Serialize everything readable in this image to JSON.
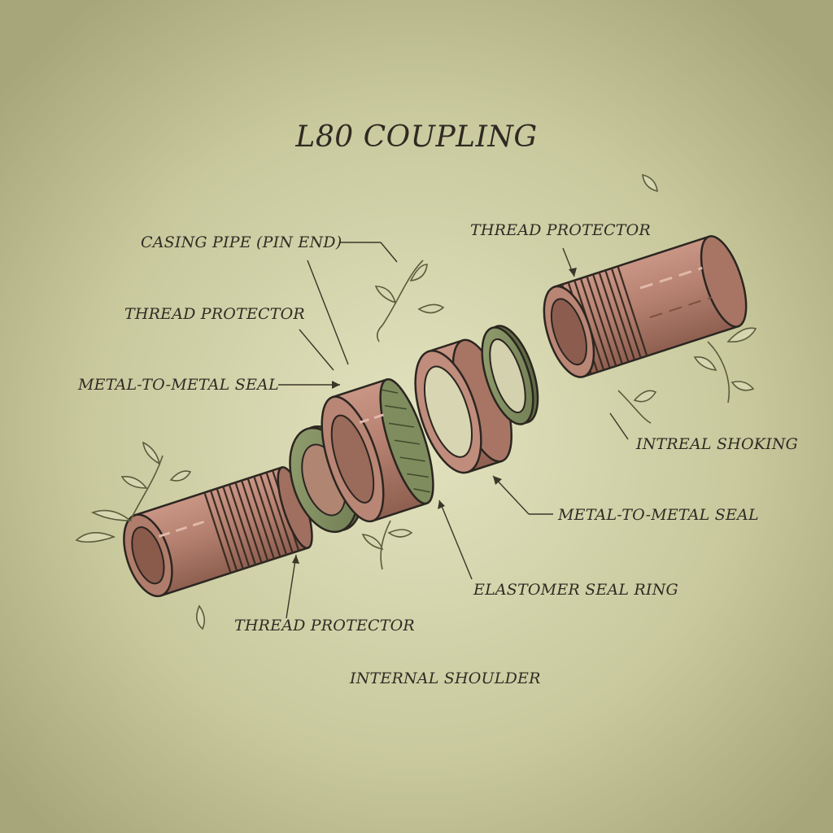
{
  "diagram": {
    "title": "L80 COUPLING",
    "labels": {
      "casing_pipe_pin_end": "CASING PIPE (PIN END)",
      "thread_protector_top_left": "THREAD PROTECTOR",
      "metal_to_metal_seal_left": "METAL-TO-METAL SEAL",
      "thread_protector_top_right": "THREAD PROTECTOR",
      "intreal_shoking": "INTREAL SHOKING",
      "metal_to_metal_seal_right": "METAL-TO-METAL SEAL",
      "elastomer_seal_ring": "ELASTOMER SEAL RING",
      "thread_protector_bottom": "THREAD PROTECTOR",
      "internal_shoulder": "INTERNAL SHOULDER"
    },
    "colors": {
      "background": "#b3b387",
      "copper": "#b58070",
      "copper_dark": "#8e5f50",
      "seal_green": "#7f8c5e",
      "outline": "#2b2620"
    }
  }
}
